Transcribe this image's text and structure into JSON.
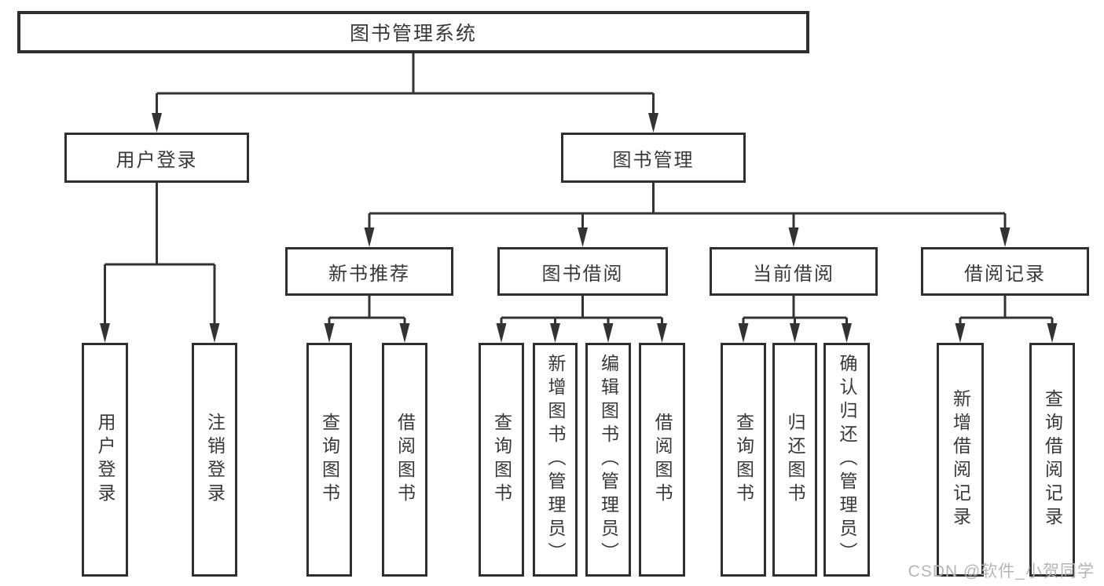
{
  "diagram": {
    "root": {
      "label": "图书管理系统"
    },
    "level2": {
      "user_login": {
        "label": "用户登录"
      },
      "book_management": {
        "label": "图书管理"
      }
    },
    "level3": {
      "new_book_recommend": {
        "label": "新书推荐"
      },
      "book_borrow": {
        "label": "图书借阅"
      },
      "current_borrow": {
        "label": "当前借阅"
      },
      "borrow_records": {
        "label": "借阅记录"
      }
    },
    "leaves": {
      "user_login": [
        "用户登录",
        "注销登录"
      ],
      "new_book_recommend": [
        "查询图书",
        "借阅图书"
      ],
      "book_borrow": [
        "查询图书",
        "新增图书（管理员）",
        "编辑图书（管理员）",
        "借阅图书"
      ],
      "current_borrow": [
        "查询图书",
        "归还图书",
        "确认归还（管理员）"
      ],
      "borrow_records": [
        "新增借阅记录",
        "查询借阅记录"
      ]
    }
  },
  "watermark": {
    "text": "CSDN @软件_小贺同学"
  },
  "colors": {
    "line": "#333333",
    "border": "#2f2f2f",
    "text": "#383838",
    "watermark": "#b5b5b5",
    "background": "#ffffff"
  }
}
